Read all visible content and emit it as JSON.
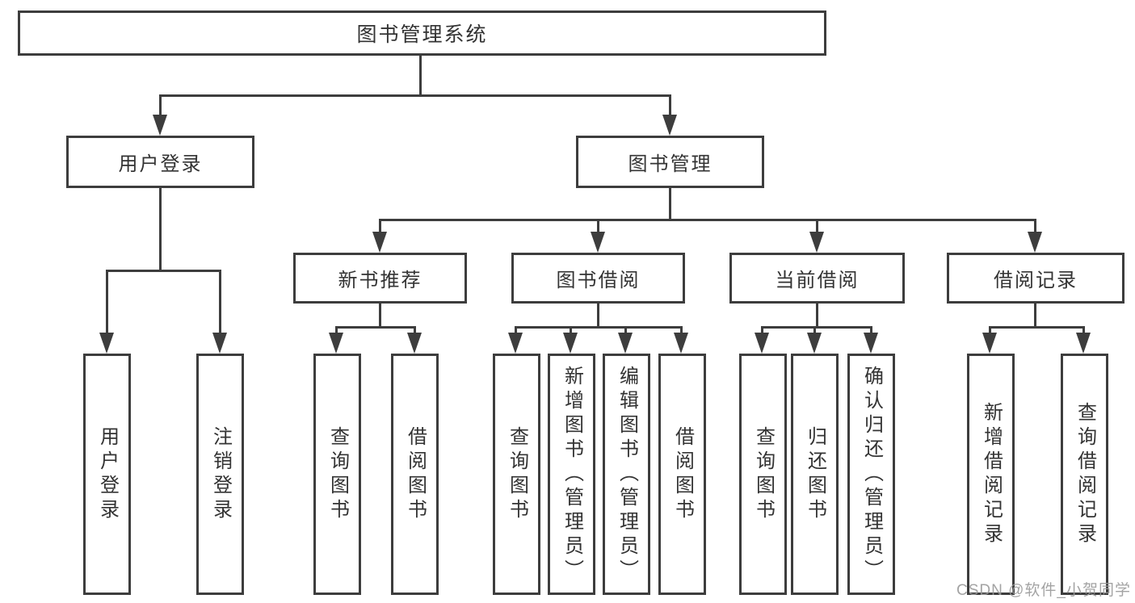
{
  "diagram": {
    "root": {
      "label": "图书管理系统"
    },
    "level2": [
      {
        "label": "用户登录"
      },
      {
        "label": "图书管理"
      }
    ],
    "level3": [
      {
        "label": "新书推荐"
      },
      {
        "label": "图书借阅"
      },
      {
        "label": "当前借阅"
      },
      {
        "label": "借阅记录"
      }
    ],
    "leaves": [
      {
        "label": "用户登录"
      },
      {
        "label": "注销登录"
      },
      {
        "label": "查询图书"
      },
      {
        "label": "借阅图书"
      },
      {
        "label": "查询图书"
      },
      {
        "label": "新增图书（管理员）"
      },
      {
        "label": "编辑图书（管理员）"
      },
      {
        "label": "借阅图书"
      },
      {
        "label": "查询图书"
      },
      {
        "label": "归还图书"
      },
      {
        "label": "确认归还（管理员）"
      },
      {
        "label": "新增借阅记录"
      },
      {
        "label": "查询借阅记录"
      }
    ]
  },
  "watermark": {
    "text": "CSDN @软件_小贺同学"
  },
  "colors": {
    "line": "#3d3d3d",
    "text": "#333333",
    "watermark": "#9a9a9a",
    "background": "#ffffff"
  }
}
